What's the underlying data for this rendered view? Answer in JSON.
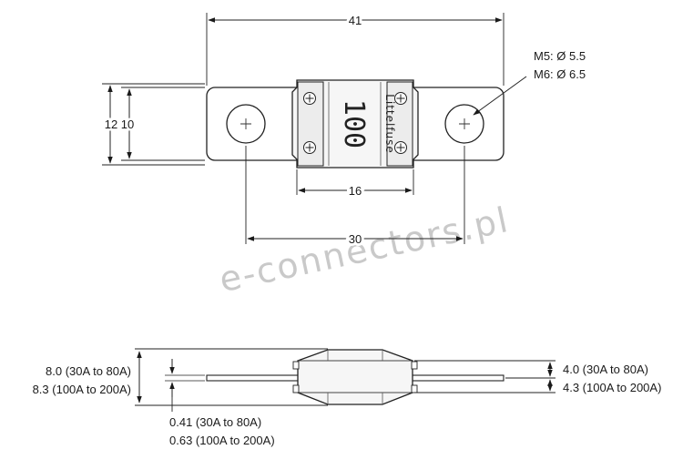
{
  "watermark": "e-connectors.pl",
  "fuse": {
    "rating": "100",
    "brand": "Littelfuse"
  },
  "top_view": {
    "overall_length": "41",
    "body_width": "16",
    "hole_spacing": "30",
    "height_outer_inner": "12 10",
    "hole_m5": "M5: Ø 5.5",
    "hole_m6": "M6: Ø 6.5"
  },
  "side_view": {
    "height_left_a": "8.0 (30A to 80A)",
    "height_left_b": "8.3 (100A to 200A)",
    "thickness_a": "0.41 (30A to 80A)",
    "thickness_b": "0.63 (100A to 200A)",
    "half_height_a": "4.0 (30A to 80A)",
    "half_height_b": "4.3 (100A to 200A)"
  }
}
